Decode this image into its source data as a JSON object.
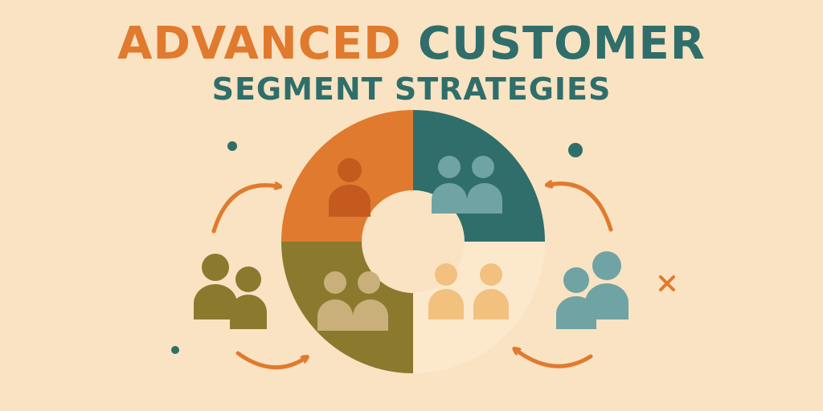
{
  "title": {
    "line1_part1": "ADVANCED",
    "line1_part2": "CUSTOMER",
    "line2": "SEGMENT STRATEGIES"
  },
  "colors": {
    "background": "#F9E3C2",
    "orange": "#E07A2E",
    "teal": "#2F6E6A",
    "olive": "#8B7A2E",
    "cream": "#FCE9CC",
    "light_teal": "#6FA3A4",
    "peach": "#F2C07F"
  },
  "icons": [
    "single-person-icon",
    "people-group-icon",
    "curved-arrow-icon",
    "dot-icon",
    "x-mark-icon"
  ]
}
